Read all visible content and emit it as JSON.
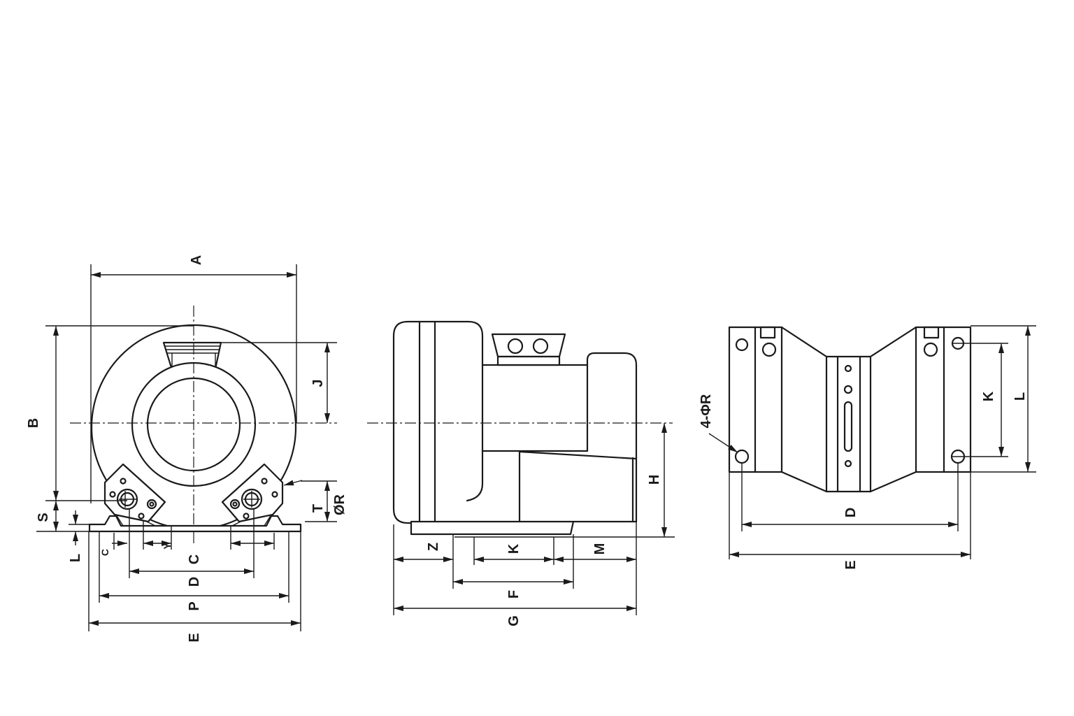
{
  "colors": {
    "ink": "#1a1a1a",
    "paper": "#ffffff"
  },
  "front_view": {
    "dim_a": "A",
    "dim_b": "B",
    "dim_j": "J",
    "dim_s": "S",
    "dim_l": "L",
    "dim_t": "T",
    "dim_r": "ØR",
    "dim_c_small": "C",
    "dim_y": "Y",
    "dim_c": "C",
    "dim_d": "D",
    "dim_p": "P",
    "dim_e": "E"
  },
  "side_view": {
    "dim_z": "Z",
    "dim_k": "K",
    "dim_m": "M",
    "dim_h": "H",
    "dim_f": "F",
    "dim_g": "G"
  },
  "base_view": {
    "dim_holes": "4-ΦR",
    "dim_k": "K",
    "dim_l": "L",
    "dim_d": "D",
    "dim_e": "E"
  }
}
